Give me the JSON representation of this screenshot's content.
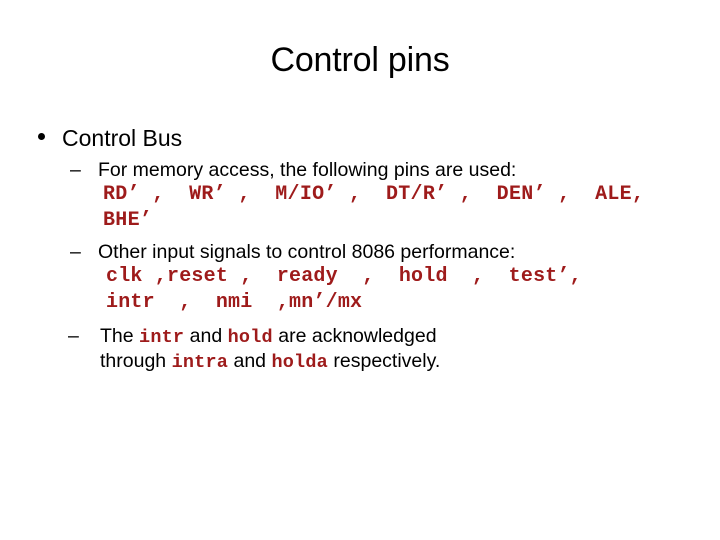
{
  "slide": {
    "title": "Control pins",
    "bullets": {
      "level1": "Control Bus",
      "sub1_text": "For memory access, the following pins are used:",
      "sub1_code_line1": "RD’ ,  WR’ ,  M/IO’ ,  DT/R’ ,  DEN’ ,  ALE,",
      "sub1_code_line2": "BHE’",
      "sub2_text": "Other input signals to control 8086 performance:",
      "sub2_code_line1": "clk ,reset ,  ready  ,  hold  ,  test’,",
      "sub2_code_line2": "intr  ,  nmi  ,mn’/mx",
      "sub3_part1": "The ",
      "sub3_code1": "intr",
      "sub3_part2": " and ",
      "sub3_code2": "hold",
      "sub3_part3": " are acknowledged",
      "sub3_part4": "through ",
      "sub3_code3": "intra",
      "sub3_part5": " and ",
      "sub3_code4": "holda",
      "sub3_part6": " respectively."
    },
    "markers": {
      "level1_bullet": "bullet-dot",
      "level2_dash": "–",
      "level2_dash_last": "–"
    },
    "colors": {
      "text": "#000000",
      "code_red": "#9e1b1b",
      "background": "#ffffff"
    }
  }
}
